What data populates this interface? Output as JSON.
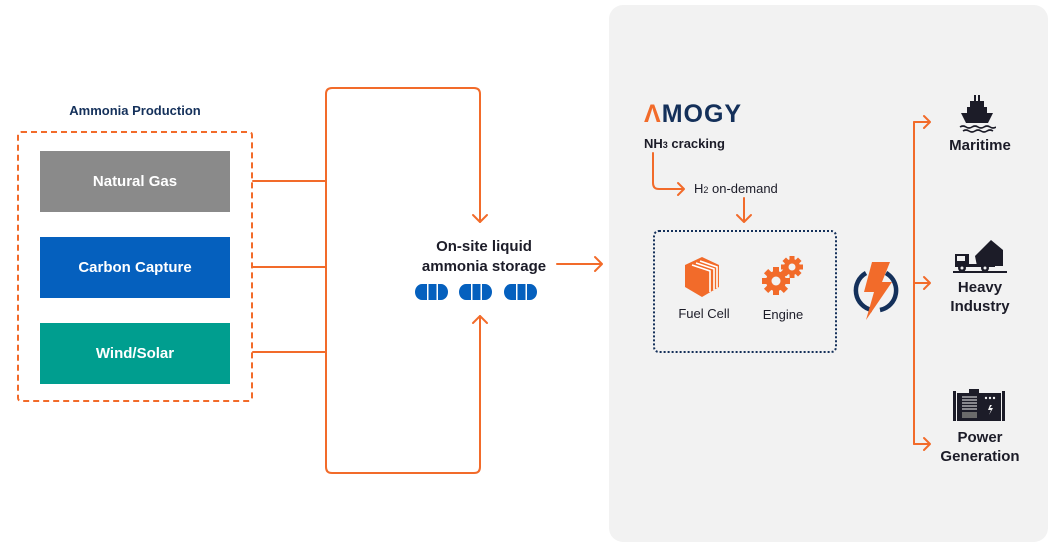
{
  "production": {
    "title": "Ammonia Production",
    "sources": [
      {
        "label": "Natural Gas",
        "color": "#8a8a8a"
      },
      {
        "label": "Carbon Capture",
        "color": "#0560be"
      },
      {
        "label": "Wind/Solar",
        "color": "#009e8f"
      }
    ]
  },
  "storage": {
    "line1": "On-site liquid",
    "line2": "ammonia storage",
    "tank_count": 3,
    "tank_color": "#0560be"
  },
  "amogy": {
    "logo_accent": "Λ",
    "logo_rest": "MOGY",
    "step1_main": "NH",
    "step1_sub": "3",
    "step1_rest": " cracking",
    "step2_main": "H",
    "step2_sub": "2",
    "step2_rest": " on-demand",
    "devices": [
      {
        "label": "Fuel Cell",
        "icon": "fuel-cell-icon"
      },
      {
        "label": "Engine",
        "icon": "gears-icon"
      }
    ],
    "power_icon": "lightning-power-icon"
  },
  "outputs": [
    {
      "line1": "Maritime",
      "line2": "",
      "icon": "ship-icon"
    },
    {
      "line1": "Heavy",
      "line2": "Industry",
      "icon": "dump-truck-icon"
    },
    {
      "line1": "Power",
      "line2": "Generation",
      "icon": "generator-icon"
    }
  ],
  "colors": {
    "accent": "#f26b2a",
    "navy": "#14305a",
    "panel": "#f2f2f2"
  }
}
